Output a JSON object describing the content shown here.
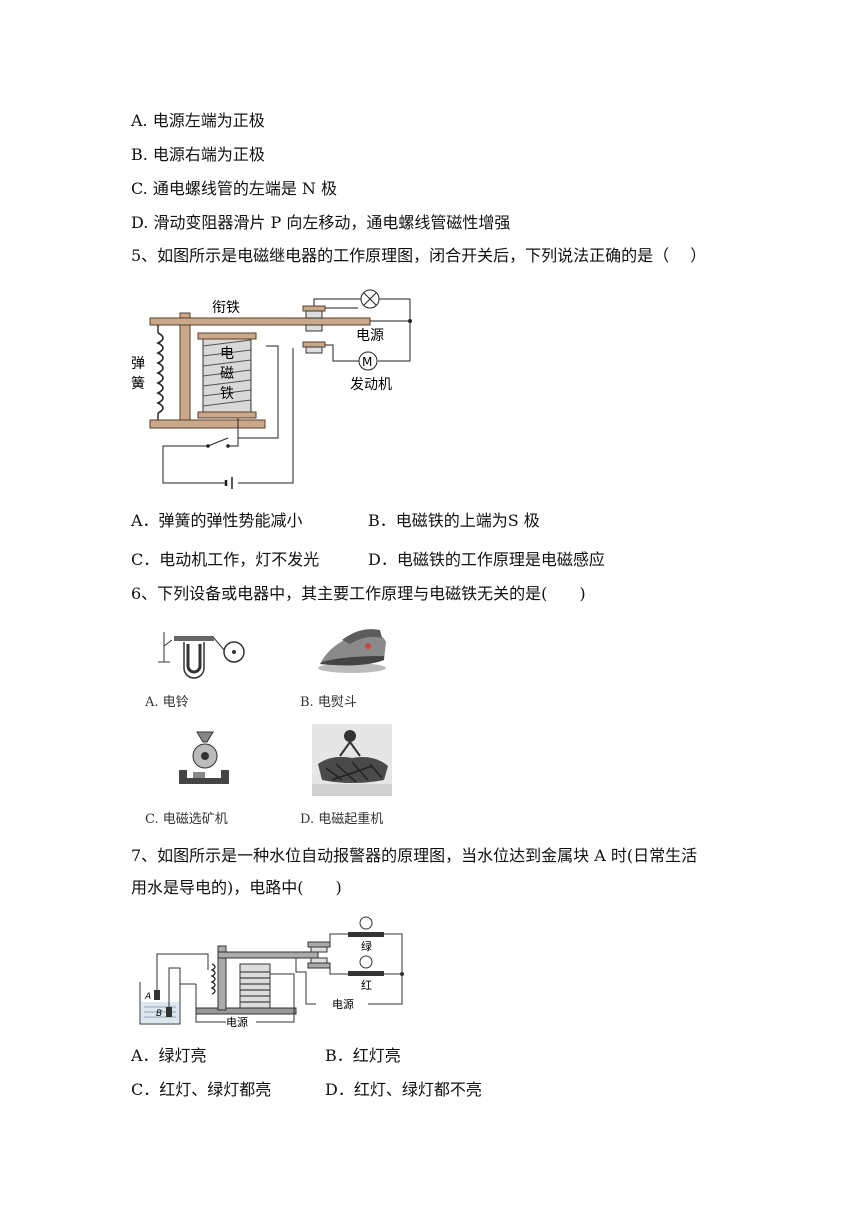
{
  "q4_options": {
    "a": "A. 电源左端为正极",
    "b": "B. 电源右端为正极",
    "c": "C. 通电螺线管的左端是 N 极",
    "d": "D. 滑动变阻器滑片 P 向左移动，通电螺线管磁性增强"
  },
  "q5": {
    "stem": "5、如图所示是电磁继电器的工作原理图，闭合开关后，下列说法正确的是（　 ）",
    "figure_labels": {
      "armature": "衔铁",
      "spring_1": "弹",
      "spring_2": "簧",
      "core_1": "电",
      "core_2": "磁",
      "core_3": "铁",
      "power": "电源",
      "motor_symbol": "M",
      "motor": "发动机"
    },
    "options": {
      "a": "A．弹簧的弹性势能减小",
      "b": "B．电磁铁的上端为S 极",
      "c": "C．电动机工作，灯不发光",
      "d": "D．电磁铁的工作原理是电磁感应"
    }
  },
  "q6": {
    "stem": "6、下列设备或电器中，其主要工作原理与电磁铁无关的是(　　)",
    "captions": {
      "a": "A. 电铃",
      "b": "B. 电熨斗",
      "c": "C. 电磁选矿机",
      "d": "D. 电磁起重机"
    }
  },
  "q7": {
    "stem_line1": "7、如图所示是一种水位自动报警器的原理图，当水位达到金属块 A 时(日常生活",
    "stem_line2": "用水是导电的)，电路中(　　)",
    "figure_labels": {
      "green": "绿",
      "red": "红",
      "power_left": "电源",
      "power_right": "电源",
      "block_a": "A",
      "block_b": "B"
    },
    "options": {
      "a": "A．绿灯亮",
      "b": "B．红灯亮",
      "c": "C．红灯、绿灯都亮",
      "d": "D．红灯、绿灯都不亮"
    }
  }
}
